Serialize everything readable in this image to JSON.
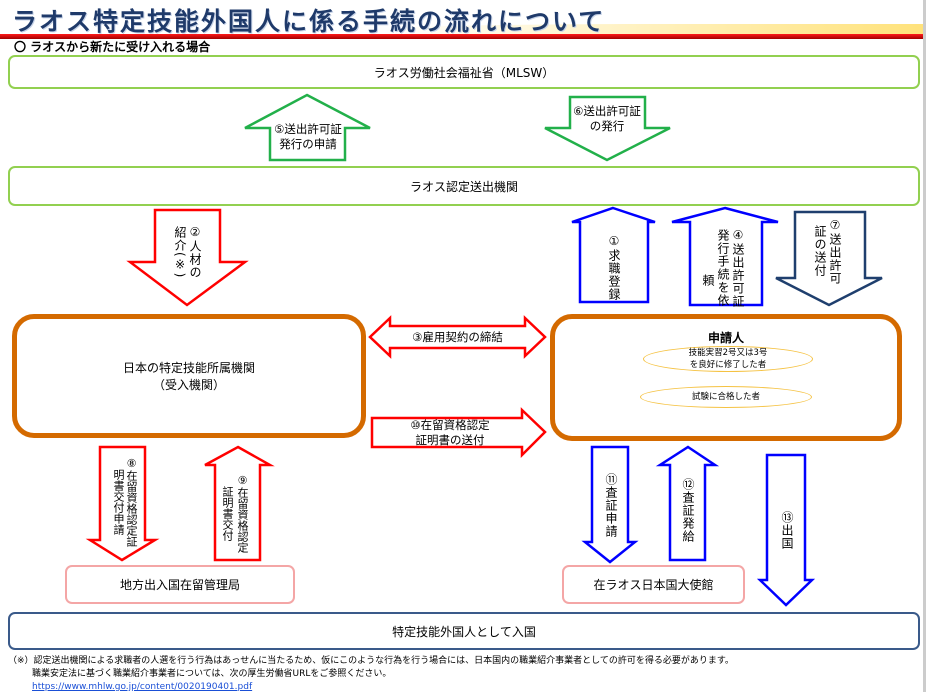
{
  "title": "ラオス特定技能外国人に係る手続の流れについて",
  "subtitle": "〇 ラオスから新たに受け入れる場合",
  "boxes": {
    "mlsw": "ラオス労働社会福祉省（MLSW）",
    "sending_org": "ラオス認定送出機関",
    "japan_org_line1": "日本の特定技能所属機関",
    "japan_org_line2": "（受入機関）",
    "applicant": "申請人",
    "immigration": "地方出入国在留管理局",
    "embassy": "在ラオス日本国大使館",
    "entry": "特定技能外国人として入国"
  },
  "applicant_conditions": [
    "技能実習2号又は3号\nを良好に修了した者",
    "試験に合格した者"
  ],
  "arrows": {
    "a1": "①求職登録",
    "a2": "②人材の紹介(※)",
    "a3": "③雇用契約の締結",
    "a4_l1": "④送出許可証",
    "a4_l2": "発行手続を依",
    "a4_l3": "頼",
    "a5_l1": "⑤送出許可証",
    "a5_l2": "発行の申請",
    "a6_l1": "⑥送出許可証",
    "a6_l2": "の発行",
    "a7_l1": "⑦送出許可",
    "a7_l2": "証の送付",
    "a8": "⑧在留資格認定証明書交付申請",
    "a9_l1": "⑨在留資格認定",
    "a9_l2": "証明書交付",
    "a10_l1": "⑩在留資格認定",
    "a10_l2": "証明書の送付",
    "a11": "⑪査証申請",
    "a12": "⑫査証発給",
    "a13": "⑬出国"
  },
  "footnote": {
    "line1": "（※）認定送出機関による求職者の人選を行う行為はあっせんに当たるため、仮にこのような行為を行う場合には、日本国内の職業紹介事業者としての許可を得る必要があります。",
    "line2": "職業安定法に基づく職業紹介事業者については、次の厚生労働省URLをご参照ください。",
    "url": "https://www.mhlw.go.jp/content/0020190401.pdf"
  },
  "colors": {
    "green": "#92d050",
    "red": "#ff0000",
    "blue": "#0000ff",
    "navy": "#1f3f6e",
    "orange": "#d46a00"
  }
}
